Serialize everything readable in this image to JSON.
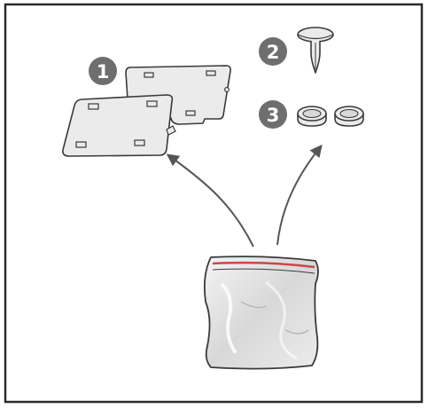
{
  "diagram": {
    "items": [
      {
        "number": "1",
        "icon": "plate-icon"
      },
      {
        "number": "2",
        "icon": "pin-icon"
      },
      {
        "number": "3",
        "icon": "cap-icon"
      }
    ],
    "source_icon": "bag-icon",
    "colors": {
      "frame": "#2b2b2b",
      "badge": "#6e6e6e",
      "part_fill": "#ebebeb",
      "line": "#3a3a3a",
      "arrow": "#555555",
      "bag_fill": "#e4e4e4",
      "bag_zip": "#c84848"
    }
  }
}
